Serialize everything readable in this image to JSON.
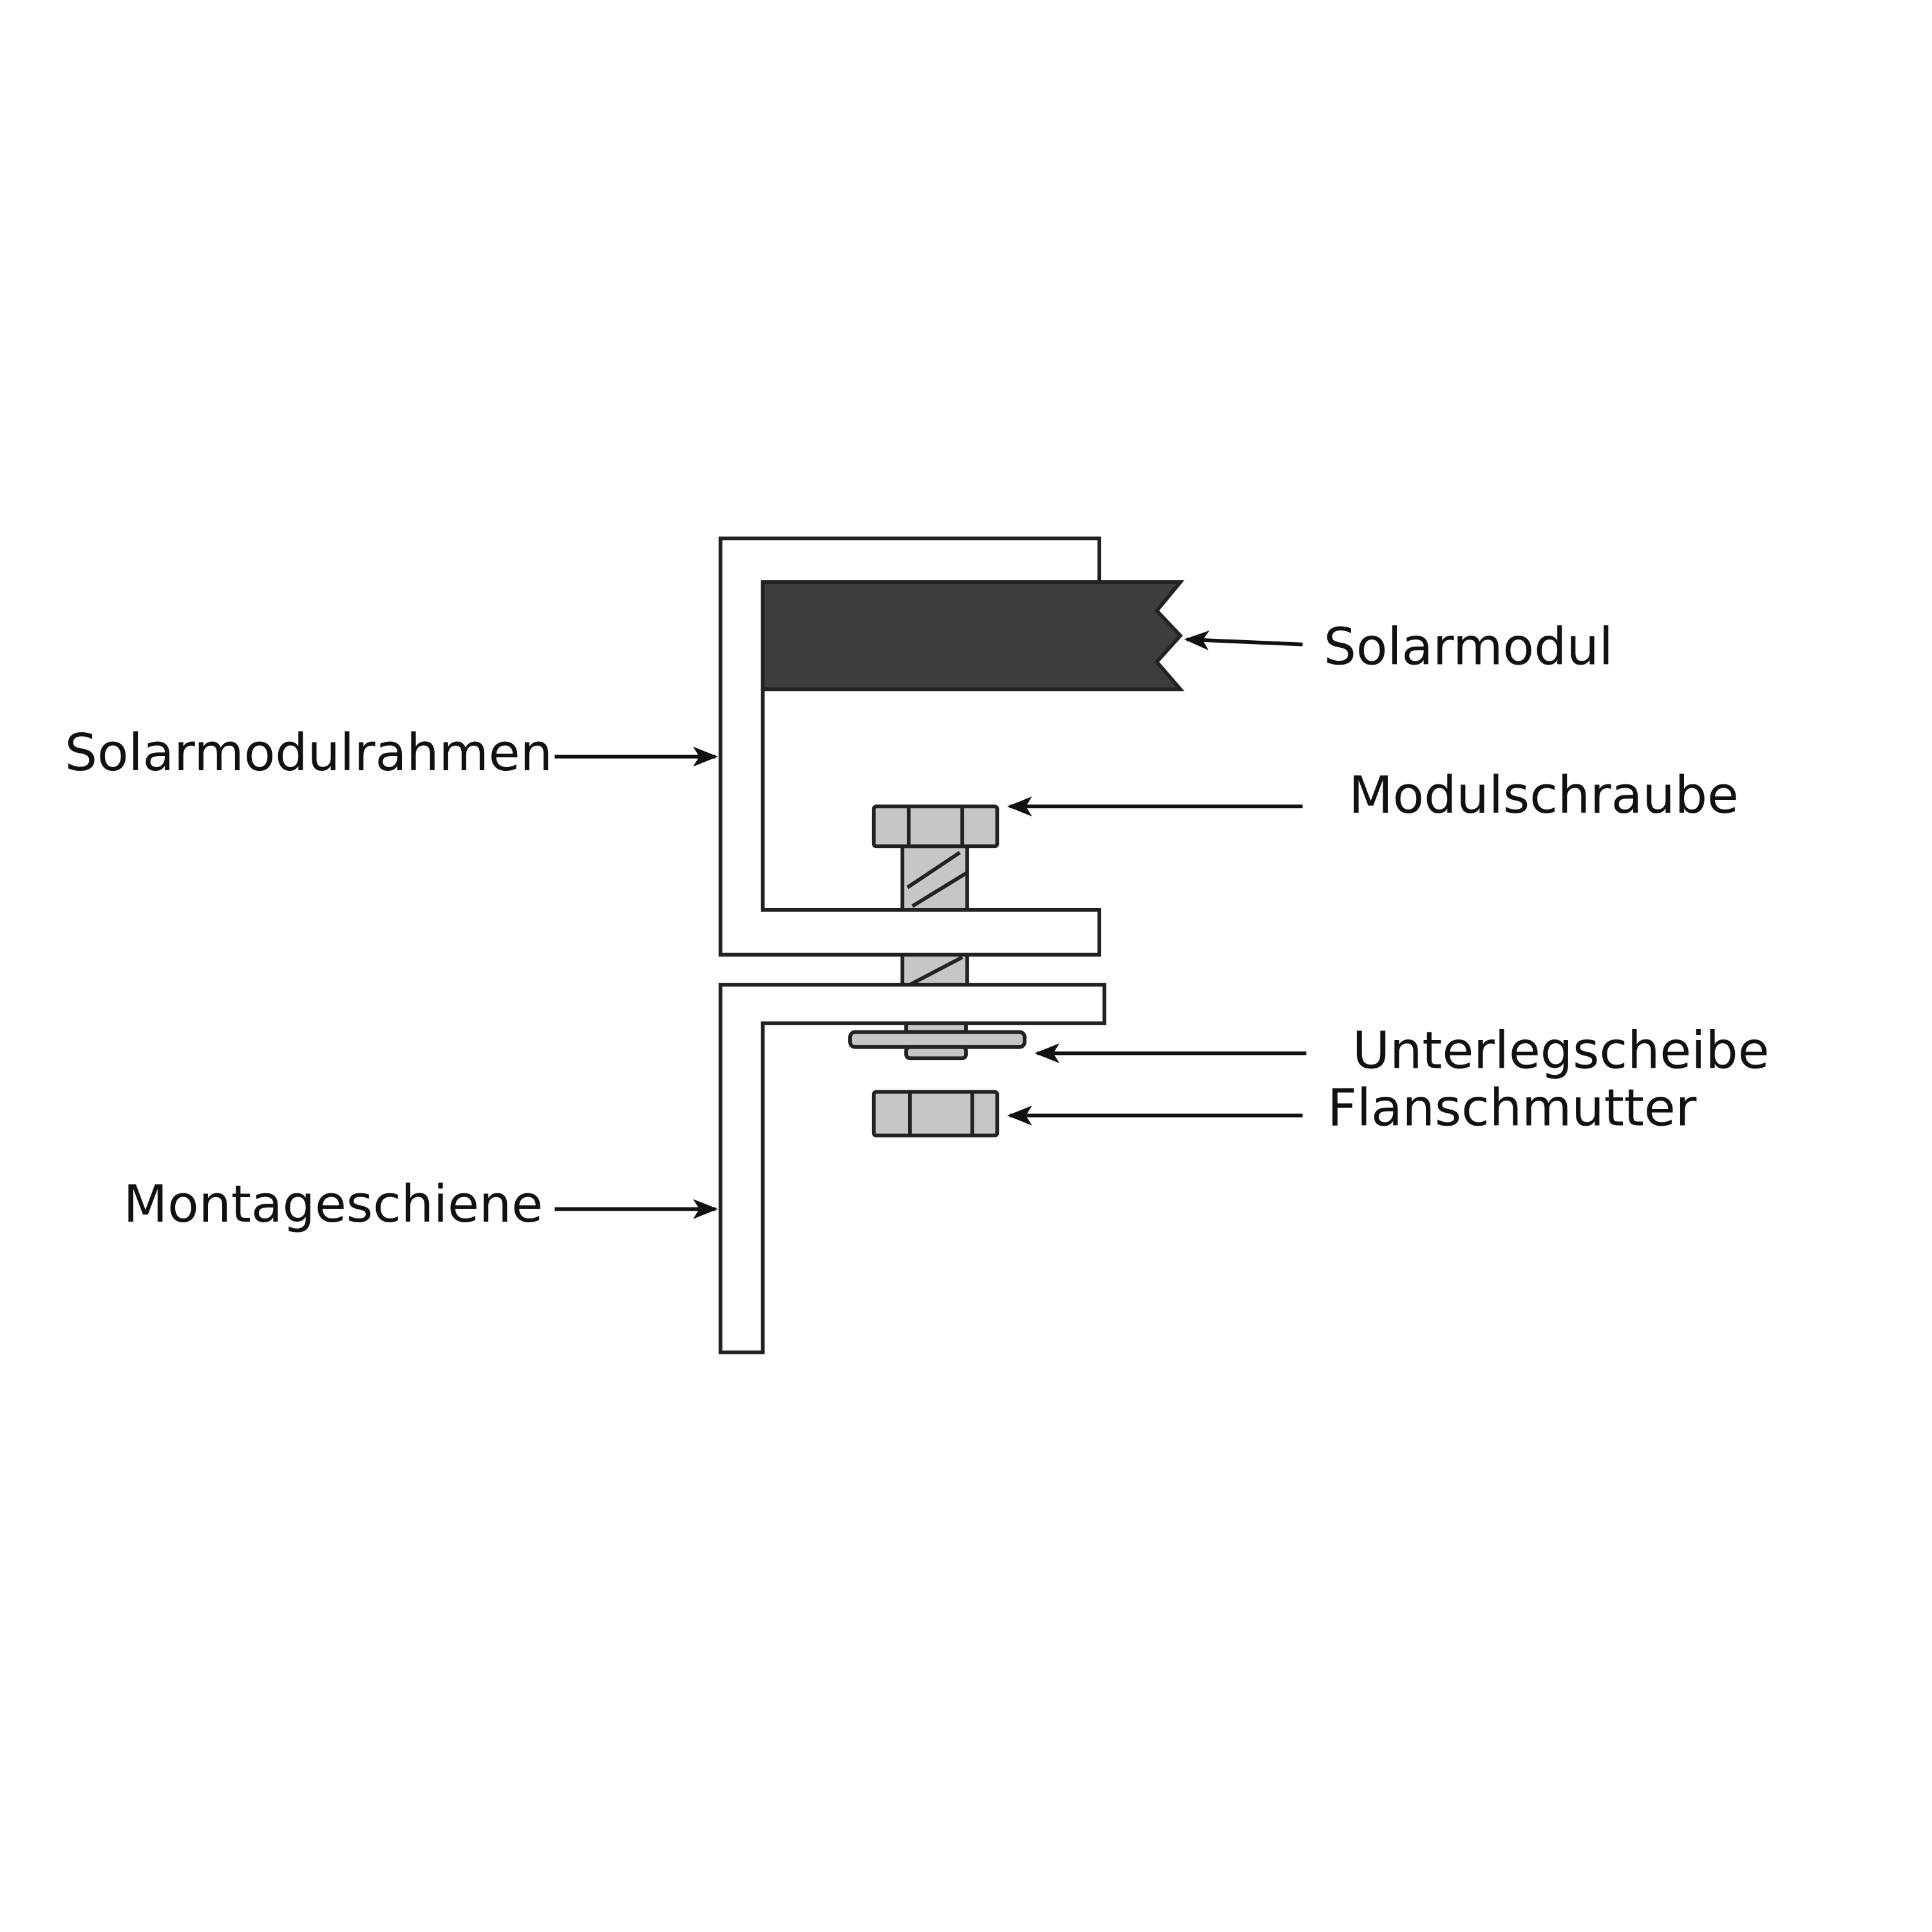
{
  "labels": {
    "solarmodul": "Solarmodul",
    "solarmodulrahmen": "Solarmodulrahmen",
    "modulschraube": "Modulschraube",
    "unterlegscheibe": "Unterlegscheibe",
    "flanschmutter": "Flanschmutter",
    "montageschiene": "Montageschiene"
  },
  "colors": {
    "module": "#3d3d3d",
    "hardware": "#c6c6c6",
    "outline": "#222222"
  }
}
